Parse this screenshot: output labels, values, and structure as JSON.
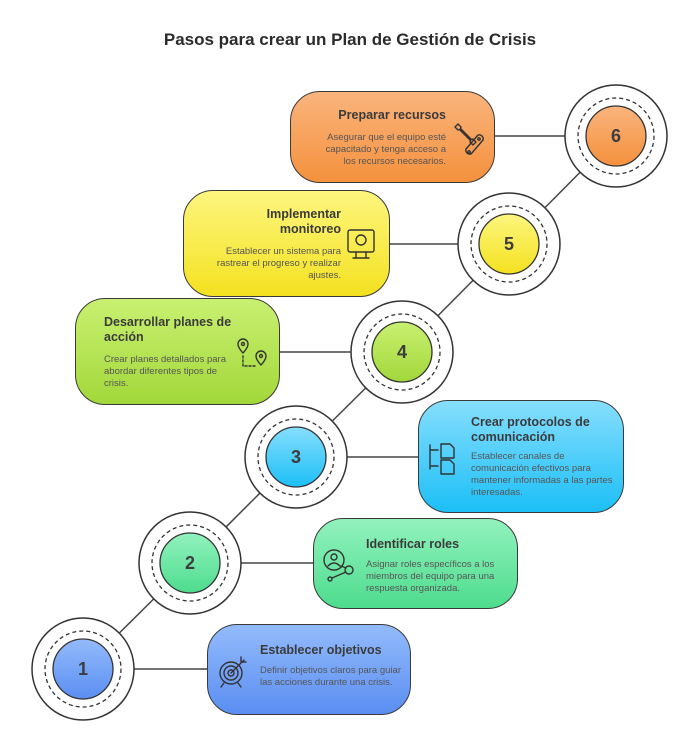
{
  "title": "Pasos para crear un Plan de Gestión de Crisis",
  "steps": [
    {
      "number": "1",
      "title": "Establecer objetivos",
      "description": "Definir objetivos claros para guiar las acciones durante una crisis.",
      "icon": "target-icon",
      "color_top": "#93bbfb",
      "color_bottom": "#5a8ef2"
    },
    {
      "number": "2",
      "title": "Identificar roles",
      "description": "Asignar roles específicos a los miembros del equipo para una respuesta organizada.",
      "icon": "user-network-icon",
      "color_top": "#92f2bd",
      "color_bottom": "#4edc8e"
    },
    {
      "number": "3",
      "title": "Crear protocolos de comunicación",
      "description": "Establecer canales de comunicación efectivos para mantener informadas a las partes interesadas.",
      "icon": "documents-icon",
      "color_top": "#86defd",
      "color_bottom": "#1cbff7"
    },
    {
      "number": "4",
      "title": "Desarrollar planes de acción",
      "description": "Crear planes detallados para abordar diferentes tipos de crisis.",
      "icon": "map-route-icon",
      "color_top": "#c9f071",
      "color_bottom": "#a2d83a"
    },
    {
      "number": "5",
      "title": "Implementar monitoreo",
      "description": "Establecer un sistema para rastrear el progreso y realizar ajustes.",
      "icon": "monitor-icon",
      "color_top": "#fdf67e",
      "color_bottom": "#f4e120"
    },
    {
      "number": "6",
      "title": "Preparar recursos",
      "description": "Asegurar que el equipo esté capacitado y tenga acceso a los recursos necesarios.",
      "icon": "tools-icon",
      "color_top": "#fab47d",
      "color_bottom": "#f4913d"
    }
  ]
}
